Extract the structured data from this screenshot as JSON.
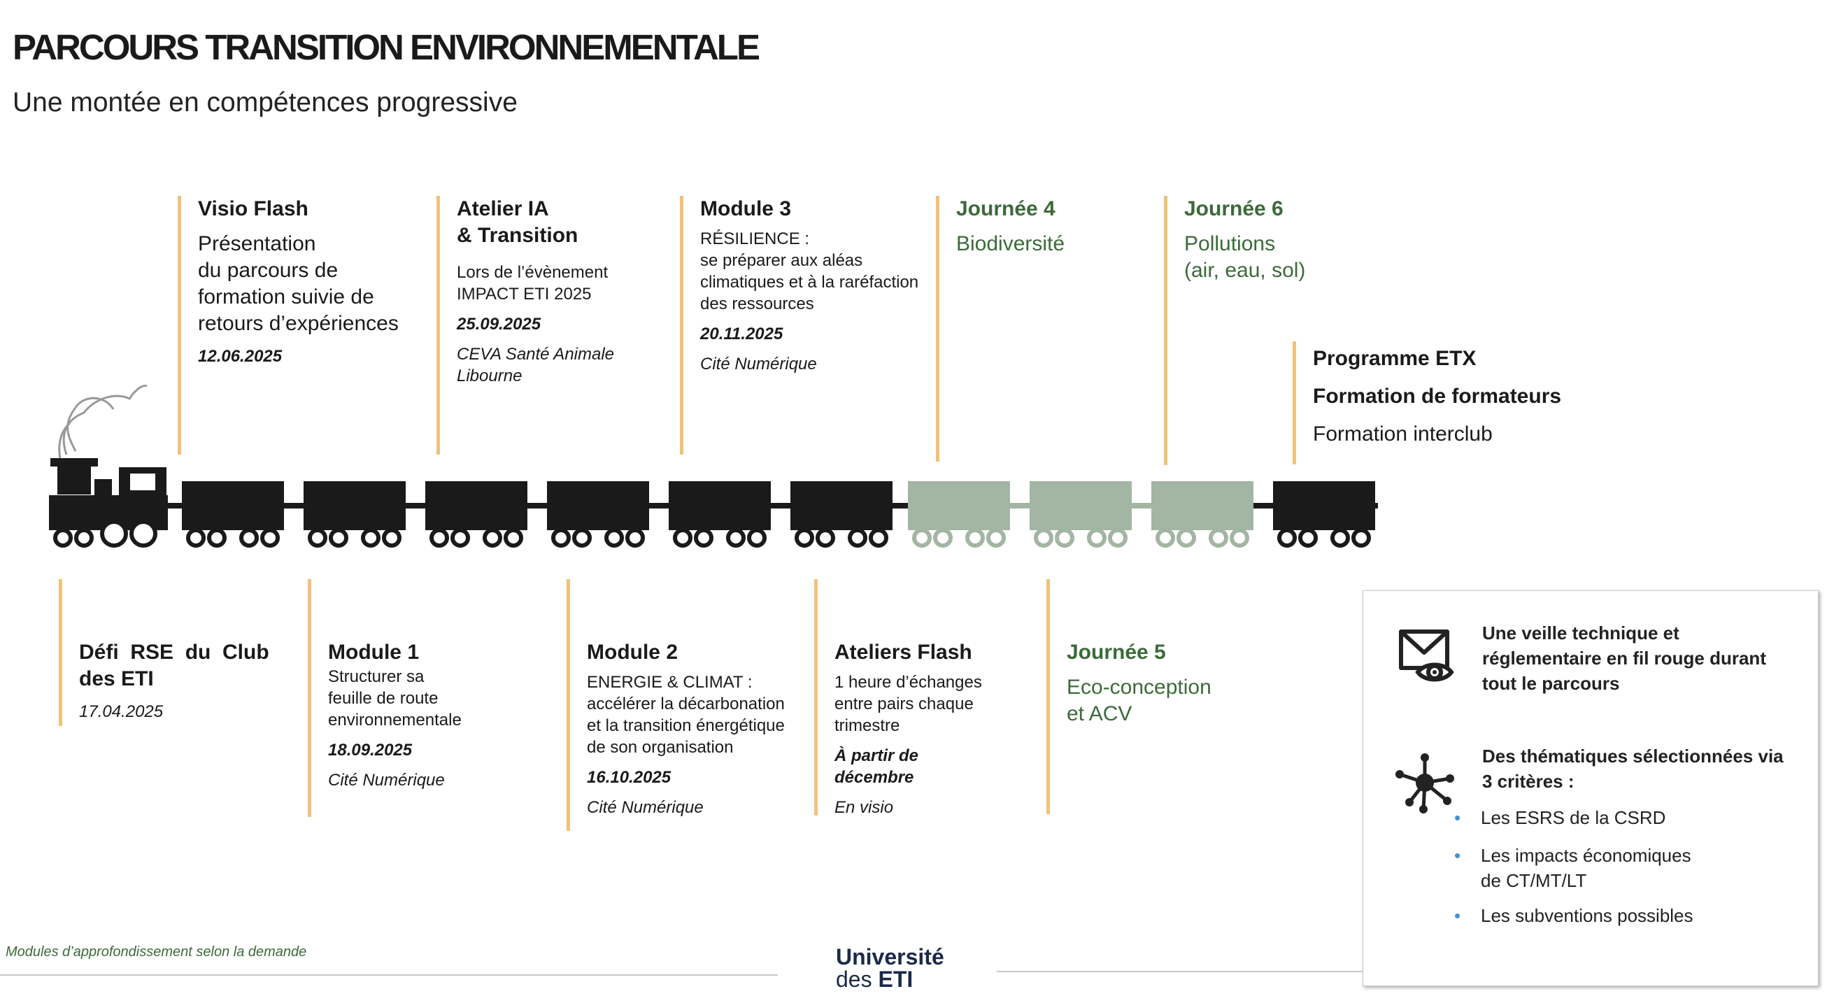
{
  "header": {
    "title": "PARCOURS TRANSITION ENVIRONNEMENTALE",
    "subtitle": "Une montée en compétences progressive"
  },
  "top_events": [
    {
      "title": "Visio Flash",
      "body": "Présentation\ndu parcours de\nformation suivie de\nretours d’expériences",
      "date": "12.06.2025"
    },
    {
      "title": "Atelier IA\n& Transition",
      "body": "Lors de l’évènement\nIMPACT ETI 2025",
      "date": "25.09.2025",
      "place": "CEVA Santé Animale\nLibourne"
    },
    {
      "title": "Module 3",
      "body": "RÉSILIENCE :\nse préparer aux aléas\nclimatiques et à la raréfaction\ndes ressources",
      "date": "20.11.2025",
      "place": "Cité Numérique"
    },
    {
      "title": "Journée 4",
      "body": "Biodiversité"
    },
    {
      "title": "Journée 6",
      "body": "Pollutions\n(air, eau, sol)"
    },
    {
      "title": "Programme ETX",
      "line2": "Formation de formateurs",
      "line3": "Formation interclub"
    }
  ],
  "bottom_events": [
    {
      "title": "Défi  RSE  du  Club\ndes ETI",
      "date": "17.04.2025"
    },
    {
      "title": "Module 1",
      "body": "Structurer sa\nfeuille de route\nenvironnementale",
      "date": "18.09.2025",
      "place": "Cité Numérique"
    },
    {
      "title": "Module 2",
      "body": "ENERGIE & CLIMAT :\naccélérer la décarbonation\net la transition énergétique\nde son organisation",
      "date": "16.10.2025",
      "place": "Cité Numérique"
    },
    {
      "title": "Ateliers Flash",
      "body": "1 heure d’échanges\nentre pairs chaque\ntrimestre",
      "date": "À partir de\ndécembre",
      "place": "En visio"
    },
    {
      "title": "Journée 5",
      "body": "Eco-conception\net ACV"
    }
  ],
  "info_panel": {
    "veille": "Une veille technique et\nréglementaire en fil rouge durant\ntout le parcours",
    "thematiques": "Des thématiques sélectionnées via\n3 critères :",
    "bullets": [
      "Les ESRS de la CSRD",
      "Les impacts économiques\nde CT/MT/LT",
      "Les subventions possibles"
    ]
  },
  "footer": {
    "note": "Modules d’approfondissement selon la demande",
    "logo_line1": "Université",
    "logo_line2a": "des",
    "logo_line2b": "ETI"
  },
  "colors": {
    "accent_line": "#f2c27b",
    "green_text": "#3c6a3a",
    "wagon_dark": "#1a1a1a",
    "wagon_green": "#a3b5a3",
    "bullet_blue": "#4a90c8",
    "logo_navy": "#1a2a4a"
  }
}
